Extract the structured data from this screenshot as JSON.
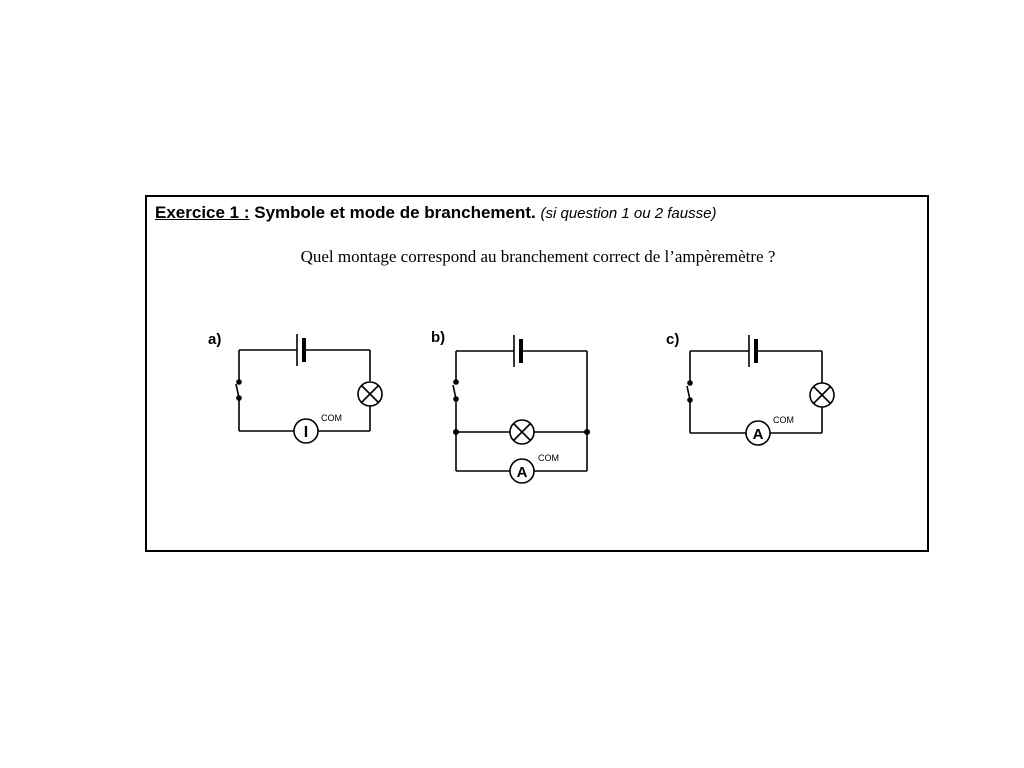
{
  "exercise": {
    "label": "Exercice 1 :",
    "title": "Symbole et mode de branchement.",
    "note": "(si question 1 ou 2 fausse)",
    "question": "Quel montage correspond au branchement correct de l’ampèremètre ?"
  },
  "circuits": [
    {
      "label": "a)",
      "meter_symbol": "I",
      "com_label": "COM"
    },
    {
      "label": "b)",
      "meter_symbol": "A",
      "com_label": "COM"
    },
    {
      "label": "c)",
      "meter_symbol": "A",
      "com_label": "COM"
    }
  ],
  "colors": {
    "ink": "#000000",
    "background": "#ffffff"
  }
}
